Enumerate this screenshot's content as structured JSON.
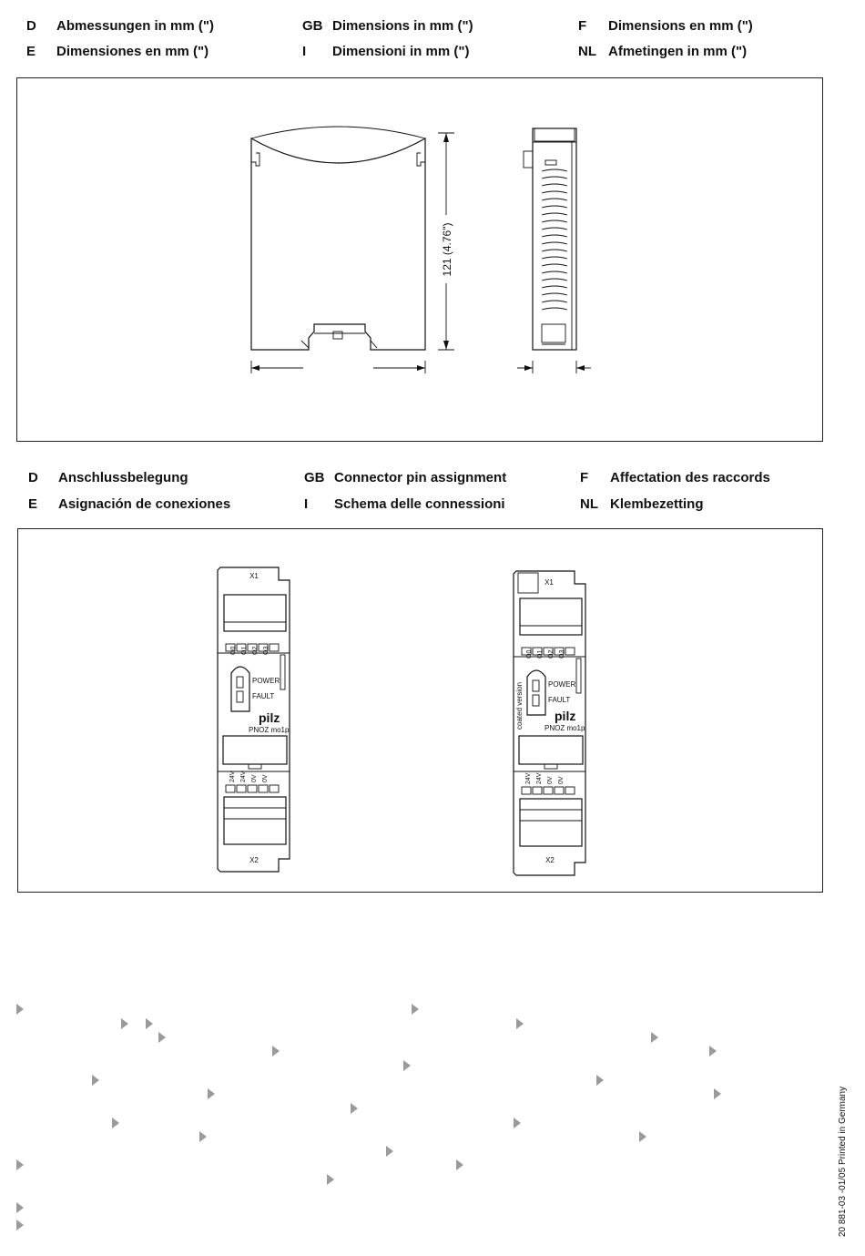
{
  "dimensions_header": [
    {
      "code": "D",
      "text": "Abmessungen in mm (\")"
    },
    {
      "code": "GB",
      "text": "Dimensions in mm (\")"
    },
    {
      "code": "F",
      "text": "Dimensions en mm (\")"
    },
    {
      "code": "E",
      "text": "Dimensiones en mm (\")"
    },
    {
      "code": "I",
      "text": "Dimensioni in mm (\")"
    },
    {
      "code": "NL",
      "text": "Afmetingen in mm (\")"
    }
  ],
  "dimension_drawing": {
    "height_label": "121 (4.76\")"
  },
  "connector_header": [
    {
      "code": "D",
      "text": "Anschlussbelegung"
    },
    {
      "code": "GB",
      "text": "Connector pin assignment"
    },
    {
      "code": "F",
      "text": "Affectation des raccords"
    },
    {
      "code": "E",
      "text": "Asignación de conexiones"
    },
    {
      "code": "I",
      "text": "Schema delle connessioni"
    },
    {
      "code": "NL",
      "text": "Klembezetting"
    }
  ],
  "devices": [
    {
      "top_connector": "X1",
      "outputs": [
        "O0",
        "O1",
        "O2",
        "O3"
      ],
      "led_power": "POWER",
      "led_fault": "FAULT",
      "brand": "pilz",
      "model": "PNOZ mo1p",
      "side_label": "",
      "inputs": [
        "24V",
        "24V",
        "0V",
        "0V"
      ],
      "bottom_connector": "X2"
    },
    {
      "top_connector": "X1",
      "outputs": [
        "O0",
        "O1",
        "O2",
        "O3"
      ],
      "led_power": "POWER",
      "led_fault": "FAULT",
      "brand": "pilz",
      "model": "PNOZ mo1p",
      "side_label": "coated version",
      "inputs": [
        "24V",
        "24V",
        "0V",
        "0V"
      ],
      "bottom_connector": "X2"
    }
  ],
  "footer": {
    "print_info": "20 881-03 -01/05 Printed in Germany",
    "marker_color": "#9a9a9a"
  }
}
